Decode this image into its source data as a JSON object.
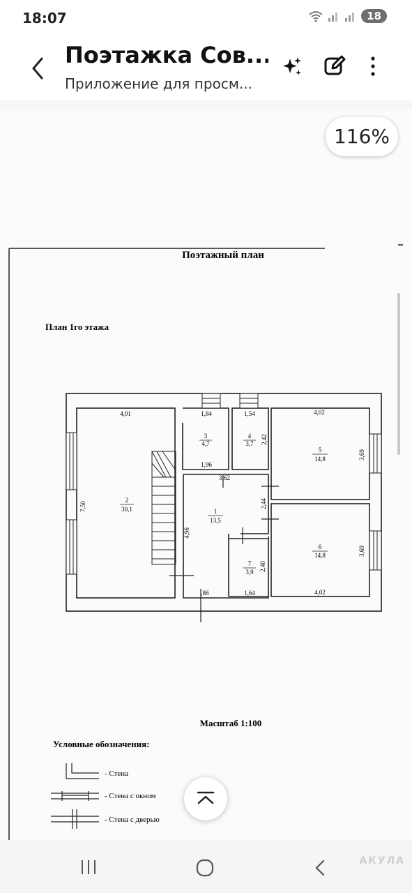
{
  "status_bar": {
    "time": "18:07",
    "notification_count": "18"
  },
  "app_bar": {
    "title": "Поэтажка Сов...",
    "subtitle": "Приложение для просм..."
  },
  "viewer": {
    "zoom": "116%"
  },
  "document": {
    "heading": "Поэтажный план",
    "plan_label": "План 1го  этажа",
    "rooms": [
      {
        "number": "1",
        "area": "13,5"
      },
      {
        "number": "2",
        "area": "30,1"
      },
      {
        "number": "3",
        "area": "4,7"
      },
      {
        "number": "4",
        "area": "3,7"
      },
      {
        "number": "5",
        "area": "14,8"
      },
      {
        "number": "6",
        "area": "14,8"
      },
      {
        "number": "7",
        "area": "3,9"
      }
    ],
    "dimensions": {
      "r2_width": "4,01",
      "r2_height": "7,50",
      "r3_top": "1,84",
      "r3_bottom": "1,96",
      "r4_top": "1,54",
      "r4_side": "2,42",
      "r5_top": "4,02",
      "r5_side": "3,69",
      "r6_bottom": "4,02",
      "r6_side": "3,69",
      "r1_top": "3,62",
      "r1_side": "2,44",
      "r1_left": "4,96",
      "r1_bottom": ",86",
      "r7_side": "2,40",
      "r7_bottom": "1,64"
    },
    "scale": "Масштаб 1:100",
    "legend_title": "Условные обозначения:",
    "legend": [
      {
        "label": "- Стена"
      },
      {
        "label": "- Стена с окном"
      },
      {
        "label": "- Стена с дверью"
      }
    ]
  },
  "watermark": "АКУЛА"
}
